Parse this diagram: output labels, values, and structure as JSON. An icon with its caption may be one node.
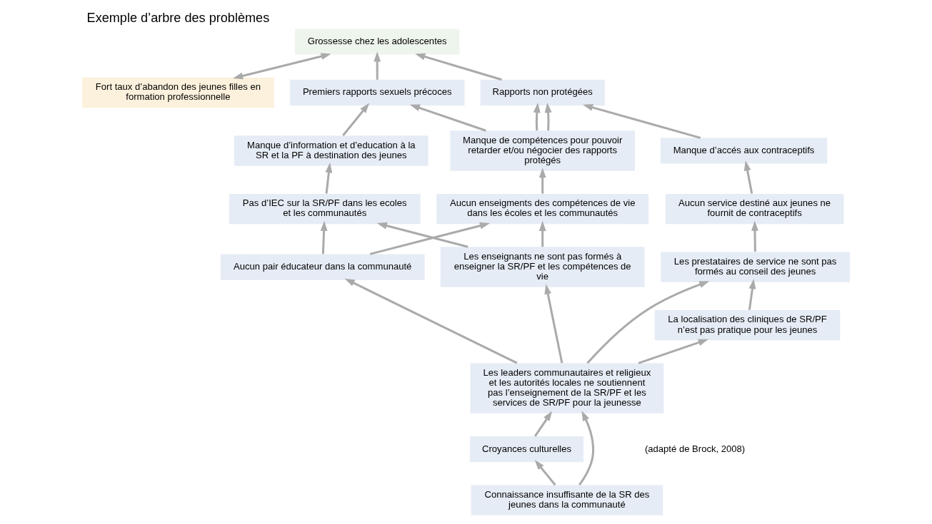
{
  "diagram": {
    "title": "Exemple d’arbre des problèmes",
    "caption": "(adapté de Brock, 2008)",
    "nodes": [
      {
        "text": [
          "Fort taux d’abandon des jeunes filles en formation professionnelle"
        ]
      },
      {
        "text": [
          "Grossesse chez les adolescentes"
        ]
      },
      {
        "text": [
          "Premiers rapports sexuels précoces"
        ]
      },
      {
        "text": [
          "Rapports non protégées"
        ]
      },
      {
        "text": [
          "Manque d’information et d’education à la SR et la PF à destination des jeunes"
        ]
      },
      {
        "text": [
          "Manque de compétences pour pouvoir retarder et/ou négocier des rapports protégés"
        ]
      },
      {
        "text": [
          "Manque d’accés aux contraceptifs"
        ]
      },
      {
        "text": [
          "Pas d’IEC sur la SR/PF dans les ecoles et les communautés"
        ]
      },
      {
        "text": [
          "Aucun enseigments des compétences de vie dans les écoles et les communautés"
        ]
      },
      {
        "text": [
          "Aucun service destiné aux jeunes ne fournit de contraceptifs"
        ]
      },
      {
        "text": [
          "Les enseignants ne sont pas formés à enseigner la SR/PF et les compétences de vie"
        ]
      },
      {
        "text": [
          "Aucun pair éducateur dans la communauté"
        ]
      },
      {
        "text": [
          "Les prestataires de service ne sont pas formés au conseil des jeunes"
        ]
      },
      {
        "text": [
          "Les leaders communautaires et religieux et les autorités locales ne soutiennent pas l’enseignement de la SR/PF et les services de SR/PF pour la jeunesse"
        ]
      },
      {
        "text": [
          "La localisation des cliniques de SR/PF n’est pas pratique pour les jeunes"
        ]
      },
      {
        "text": [
          "Croyances culturelles"
        ]
      },
      {
        "text": [
          "Connaissance insuffisante de la SR des jeunes dans la communauté"
        ]
      }
    ],
    "edges": [
      {
        "from": 0,
        "to": 1,
        "arrow": "both"
      },
      {
        "from": 2,
        "to": 1,
        "arrow": "to"
      },
      {
        "from": 3,
        "to": 1,
        "arrow": "to"
      },
      {
        "from": 5,
        "to": 3,
        "arrow": "to"
      },
      {
        "from": 5,
        "to": 2,
        "arrow": "to"
      },
      {
        "from": 5,
        "to": 3,
        "arrow": "to"
      },
      {
        "from": 4,
        "to": 2,
        "arrow": "to"
      },
      {
        "from": 6,
        "to": 3,
        "arrow": "to"
      },
      {
        "from": 7,
        "to": 4,
        "arrow": "to"
      },
      {
        "from": 8,
        "to": 5,
        "arrow": "to"
      },
      {
        "from": 9,
        "to": 6,
        "arrow": "to"
      },
      {
        "from": 11,
        "to": 7,
        "arrow": "to"
      },
      {
        "from": 10,
        "to": 8,
        "arrow": "to"
      },
      {
        "from": 10,
        "to": 7,
        "arrow": "to"
      },
      {
        "from": 11,
        "to": 8,
        "arrow": "to"
      },
      {
        "from": 12,
        "to": 9,
        "arrow": "to"
      },
      {
        "from": 13,
        "to": 12,
        "arrow": "to"
      },
      {
        "from": 14,
        "to": 12,
        "arrow": "to"
      },
      {
        "from": 13,
        "to": 10,
        "arrow": "to"
      },
      {
        "from": 13,
        "to": 11,
        "arrow": "to"
      },
      {
        "from": 13,
        "to": 14,
        "arrow": "to"
      },
      {
        "from": 16,
        "to": 13,
        "arrow": "to"
      },
      {
        "from": 15,
        "to": 13,
        "arrow": "to"
      },
      {
        "from": 16,
        "to": 15,
        "arrow": "to"
      }
    ]
  }
}
